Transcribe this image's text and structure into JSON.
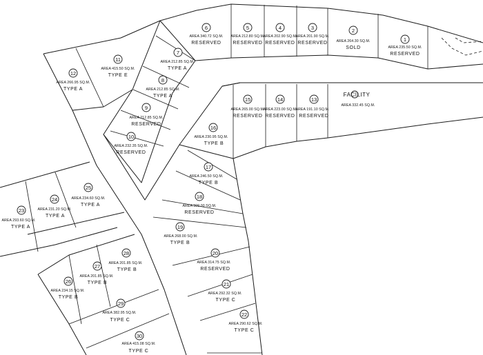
{
  "plan": {
    "lots": [
      {
        "no": "1",
        "area": "AREA 235.50 SQ.M.",
        "status": "RESERVED"
      },
      {
        "no": "2",
        "area": "AREA 264.30 SQ.M.",
        "status": "SOLD"
      },
      {
        "no": "3",
        "area": "AREA 201.90 SQ.M.",
        "status": "RESERVED"
      },
      {
        "no": "4",
        "area": "AREA 202.90 SQ.M.",
        "status": "RESERVED"
      },
      {
        "no": "5",
        "area": "AREA 212.80 SQ.M.",
        "status": "RESERVED"
      },
      {
        "no": "6",
        "area": "AREA 340.72 SQ.M.",
        "status": "RESERVED"
      },
      {
        "no": "7",
        "area": "AREA 212.85 SQ.M.",
        "status": "TYPE A"
      },
      {
        "no": "8",
        "area": "AREA 212.85 SQ.M.",
        "status": "TYPE A"
      },
      {
        "no": "9",
        "area": "AREA 212.85 SQ.M.",
        "status": "RESERVED"
      },
      {
        "no": "10",
        "area": "AREA 232.35 SQ.M.",
        "status": "RESERVED"
      },
      {
        "no": "11",
        "area": "AREA 415.50 SQ.M.",
        "status": "TYPE E"
      },
      {
        "no": "12",
        "area": "AREA 266.95 SQ.M.",
        "status": "TYPE A"
      },
      {
        "no": "13",
        "area": "AREA 191.10 SQ.M.",
        "status": "RESERVED"
      },
      {
        "no": "14",
        "area": "AREA 223.00 SQ.M.",
        "status": "RESERVED"
      },
      {
        "no": "15",
        "area": "AREA 265.00 SQ.M.",
        "status": "RESERVED"
      },
      {
        "no": "16",
        "area": "AREA 230.95 SQ.M.",
        "status": "TYPE B"
      },
      {
        "no": "17",
        "area": "AREA 246.50 SQ.M.",
        "status": "TYPE B"
      },
      {
        "no": "18",
        "area": "AREA 309.00 SQ.M.",
        "status": "RESERVED"
      },
      {
        "no": "19",
        "area": "AREA 268.00 SQ.M.",
        "status": "TYPE B"
      },
      {
        "no": "20",
        "area": "AREA 314.75 SQ.M.",
        "status": "RESERVED"
      },
      {
        "no": "21",
        "area": "AREA 292.32 SQ.M.",
        "status": "TYPE C"
      },
      {
        "no": "22",
        "area": "AREA 290.62 SQ.M.",
        "status": "TYPE C"
      },
      {
        "no": "23",
        "area": "AREA 293.60 SQ.M.",
        "status": "TYPE A"
      },
      {
        "no": "24",
        "area": "AREA 231.20 SQ.M.",
        "status": "TYPE A"
      },
      {
        "no": "25",
        "area": "AREA 234.60 SQ.M.",
        "status": "TYPE A"
      },
      {
        "no": "26",
        "area": "AREA 234.15 SQ.M.",
        "status": "TYPE B"
      },
      {
        "no": "27",
        "area": "AREA 201.85 SQ.M.",
        "status": "TYPE B"
      },
      {
        "no": "28",
        "area": "AREA 201.85 SQ.M.",
        "status": "TYPE B"
      },
      {
        "no": "29",
        "area": "AREA 382.95 SQ.M.",
        "status": "TYPE C"
      },
      {
        "no": "30",
        "area": "AREA 415.08 SQ.M.",
        "status": "TYPE C"
      }
    ],
    "facility": {
      "label": "FACILITY",
      "area": "AREA 332.45 SQ.M."
    }
  }
}
